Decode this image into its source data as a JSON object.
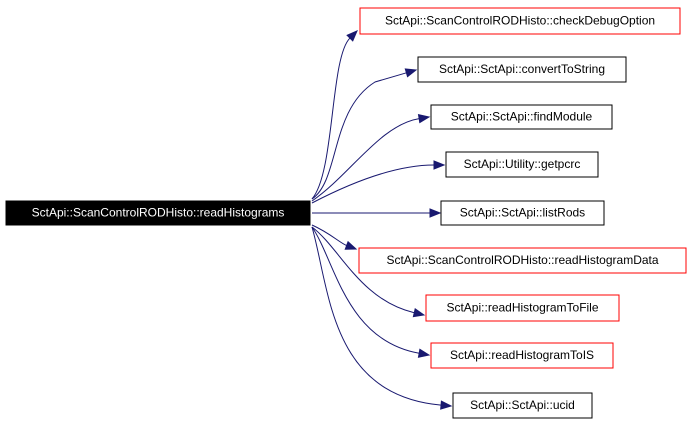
{
  "root": {
    "label": "SctApi::ScanControlRODHisto::readHistograms"
  },
  "callees": [
    {
      "label": "SctApi::ScanControlRODHisto::checkDebugOption",
      "border": "red"
    },
    {
      "label": "SctApi::SctApi::convertToString",
      "border": "black"
    },
    {
      "label": "SctApi::SctApi::findModule",
      "border": "black"
    },
    {
      "label": "SctApi::Utility::getpcrc",
      "border": "black"
    },
    {
      "label": "SctApi::SctApi::listRods",
      "border": "black"
    },
    {
      "label": "SctApi::ScanControlRODHisto::readHistogramData",
      "border": "red"
    },
    {
      "label": "SctApi::readHistogramToFile",
      "border": "red"
    },
    {
      "label": "SctApi::readHistogramToIS",
      "border": "red"
    },
    {
      "label": "SctApi::SctApi::ucid",
      "border": "black"
    }
  ],
  "colors": {
    "edge": "#191970",
    "root_fill": "#000000",
    "root_text": "#ffffff",
    "red_border": "#ff0000",
    "black_border": "#000000"
  }
}
